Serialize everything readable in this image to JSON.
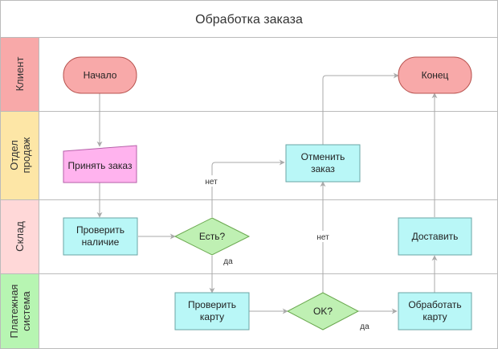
{
  "title": "Обработка заказа",
  "lanes": [
    {
      "label": "Клиент",
      "color": "#f8a9a9"
    },
    {
      "label": "Отдел продаж",
      "lines": [
        "Отдел",
        "продаж"
      ],
      "color": "#fde6a6"
    },
    {
      "label": "Склад",
      "color": "#ffd8d8"
    },
    {
      "label": "Платежная система",
      "lines": [
        "Платежная",
        "система"
      ],
      "color": "#b7f5b2"
    }
  ],
  "nodes": {
    "start": {
      "label": "Начало",
      "color": "#f8a9a9"
    },
    "end": {
      "label": "Конец",
      "color": "#f8a9a9"
    },
    "accept": {
      "label": "Принять заказ",
      "color": "#ffb3ee"
    },
    "cancel": {
      "lines": [
        "Отменить",
        "заказ"
      ],
      "color": "#b9f7f7"
    },
    "check_stock": {
      "lines": [
        "Проверить",
        "наличие"
      ],
      "color": "#b9f7f7"
    },
    "in_stock": {
      "label": "Есть?",
      "color": "#bff0b3"
    },
    "deliver": {
      "label": "Доставить",
      "color": "#b9f7f7"
    },
    "check_card": {
      "lines": [
        "Проверить",
        "карту"
      ],
      "color": "#b9f7f7"
    },
    "ok": {
      "label": "OK?",
      "color": "#bff0b3"
    },
    "process_card": {
      "lines": [
        "Обработать",
        "карту"
      ],
      "color": "#b9f7f7"
    }
  },
  "edge_labels": {
    "instock_no": "нет",
    "instock_yes": "да",
    "ok_no": "нет",
    "ok_yes": "да"
  }
}
